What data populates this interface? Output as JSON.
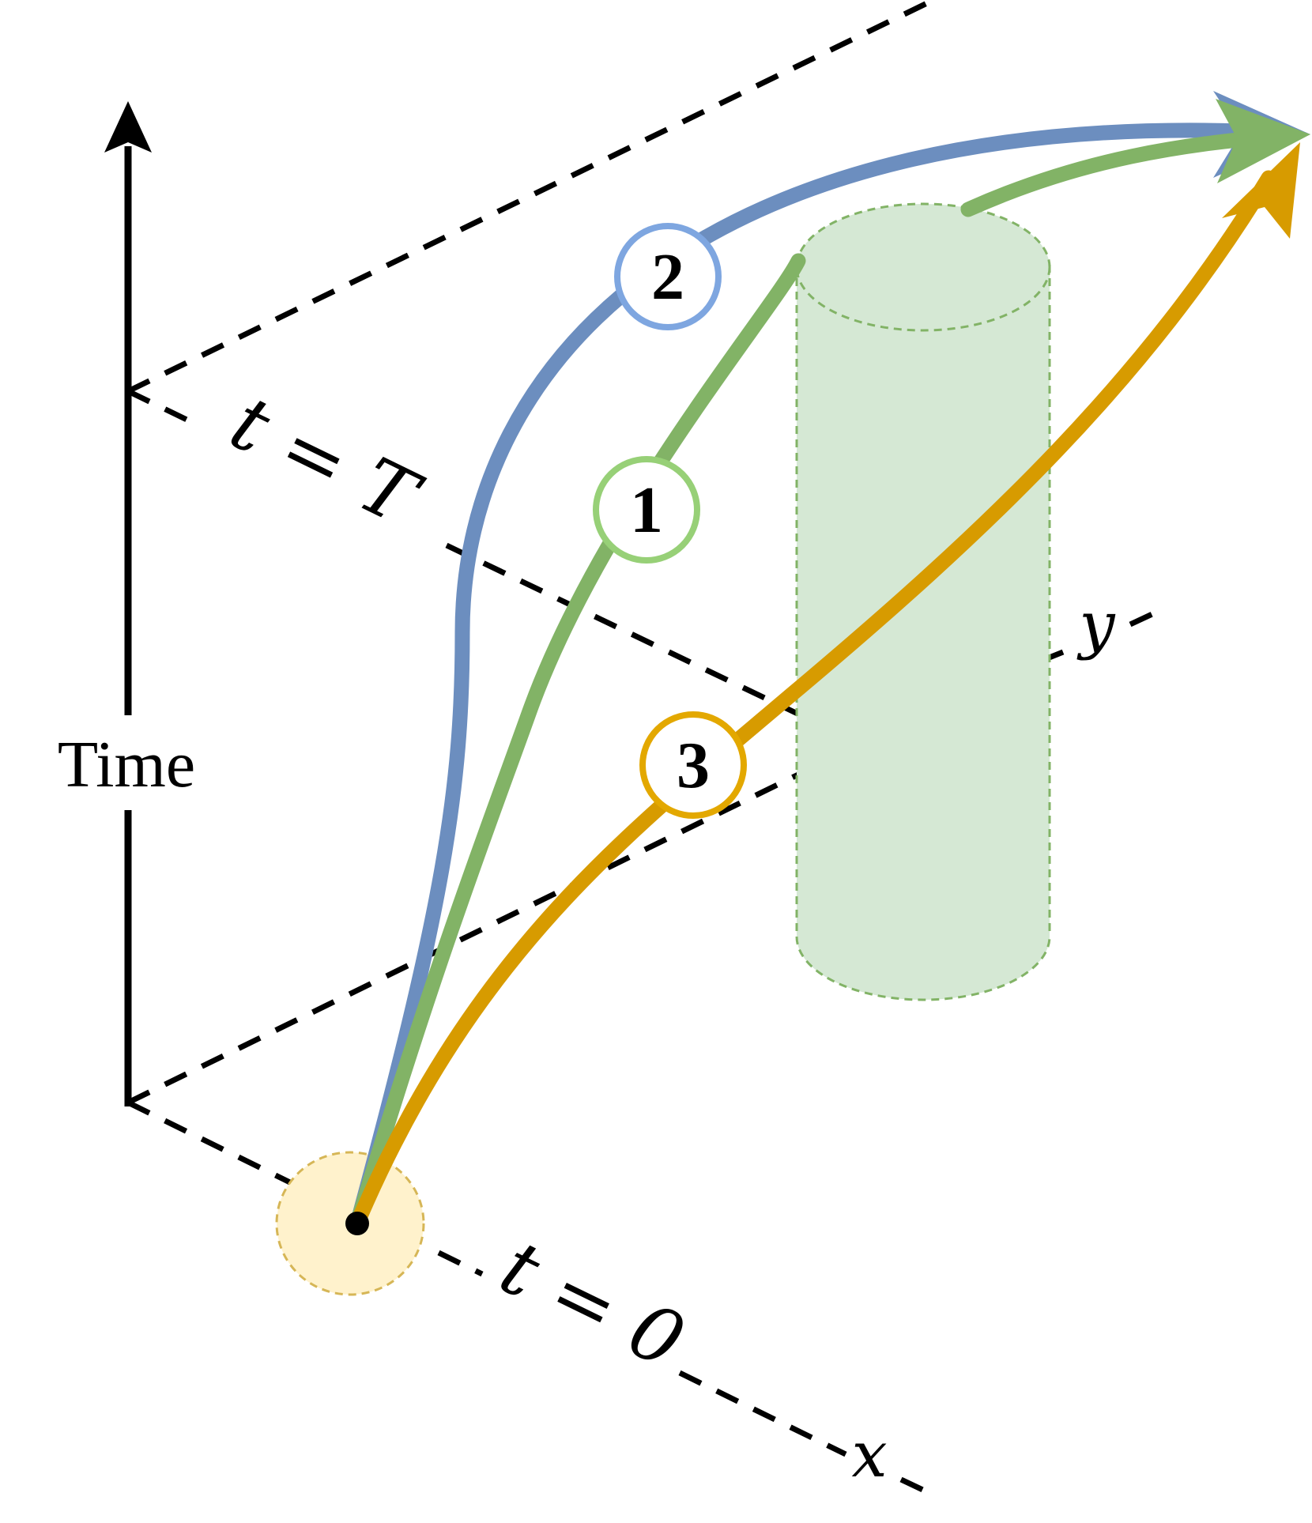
{
  "axis": {
    "time_label": "Time",
    "x_label": "x",
    "y_label": "y",
    "t_top_label": "t = T",
    "t_bottom_label": "t = 0"
  },
  "trajectories": [
    {
      "number": "1",
      "color": "#82b366",
      "ring_color": "#97d077"
    },
    {
      "number": "2",
      "color": "#6c8ebf",
      "ring_color": "#7ea6e0"
    },
    {
      "number": "3",
      "color": "#d79b00",
      "ring_color": "#e3a800"
    }
  ],
  "obstacle": {
    "fill": "#d5e8d4",
    "stroke": "#82b366"
  },
  "start_region": {
    "fill": "#fff2cc",
    "stroke": "#d6b656"
  }
}
